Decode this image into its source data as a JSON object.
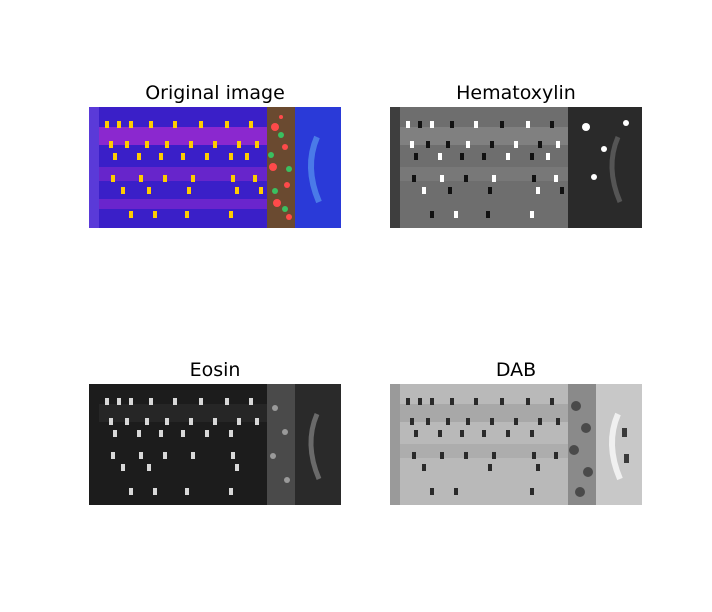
{
  "figure": {
    "panels": [
      {
        "title": "Original image",
        "palette": "original"
      },
      {
        "title": "Hematoxylin",
        "palette": "hematoxylin"
      },
      {
        "title": "Eosin",
        "palette": "eosin"
      },
      {
        "title": "DAB",
        "palette": "dab"
      }
    ]
  },
  "colors": {
    "background": "#ffffff",
    "original_base": "#3a1fc8",
    "original_band": "#a02ad0",
    "hematoxylin_base": "#6e6e6e",
    "eosin_base": "#1c1c1c",
    "dab_base": "#b9b9b9"
  }
}
